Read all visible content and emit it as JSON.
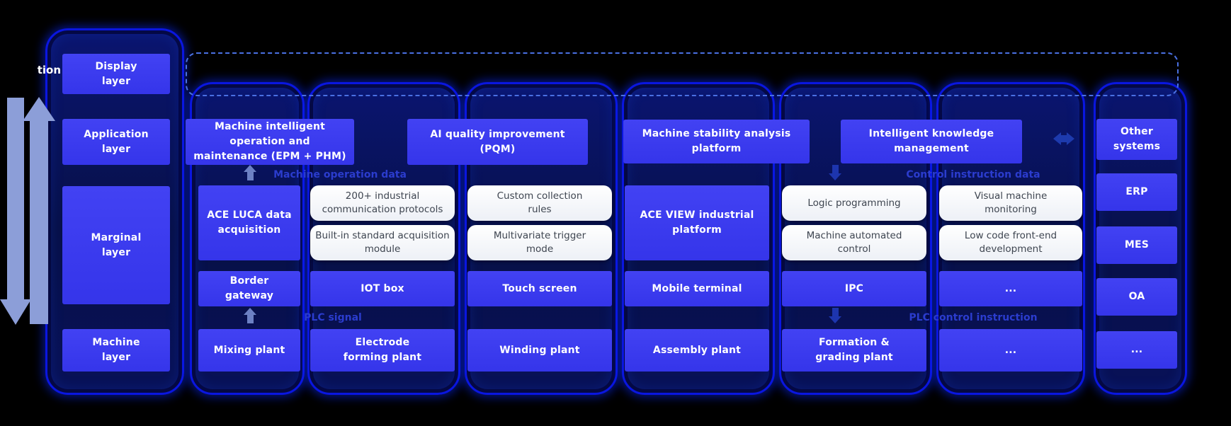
{
  "canvas": {
    "bg": "#000000"
  },
  "colors": {
    "box_blue": "#3b3cf0",
    "tube_border": "#0a16e0",
    "tube_fill": "#071048",
    "card_bg": "#ffffff",
    "card_text": "#3e4550",
    "flow_label": "#2b3cce",
    "dashed_outline": "#4a70e2",
    "side_arrow": "#8c9ed8",
    "link_arrow": "#1d3aad"
  },
  "side": {
    "clipped_label": "tion"
  },
  "layers": {
    "display": "Display layer",
    "application": "Application layer",
    "marginal": "Marginal layer",
    "machine": "Machine layer"
  },
  "application_row": {
    "epm_phm": "Machine intelligent operation and maintenance (EPM + PHM)",
    "pqm": "AI quality improvement (PQM)",
    "stability": "Machine stability analysis platform",
    "knowledge": "Intelligent knowledge management"
  },
  "flow_labels": {
    "machine_operation_data": "Machine operation data",
    "control_instruction_data": "Control instruction data",
    "plc_signal": "PLC signal",
    "plc_control_instruction": "PLC control instruction"
  },
  "edge_row": {
    "ace_luca": "ACE LUCA data acquisition",
    "ace_view": "ACE VIEW industrial platform",
    "cards": [
      "200+ industrial communication protocols",
      "Built-in standard acquisition module",
      "Custom collection rules",
      "Multivariate trigger mode",
      "Logic programming",
      "Machine automated control",
      "Visual machine monitoring",
      "Low code front-end development"
    ]
  },
  "gateway_row": [
    "Border gateway",
    "IOT box",
    "Touch screen",
    "Mobile terminal",
    "IPC",
    "..."
  ],
  "machine_row": [
    "Mixing plant",
    "Electrode forming plant",
    "Winding plant",
    "Assembly plant",
    "Formation & grading plant",
    "..."
  ],
  "other_systems": {
    "title": "Other systems",
    "items": [
      "ERP",
      "MES",
      "OA",
      "..."
    ]
  }
}
